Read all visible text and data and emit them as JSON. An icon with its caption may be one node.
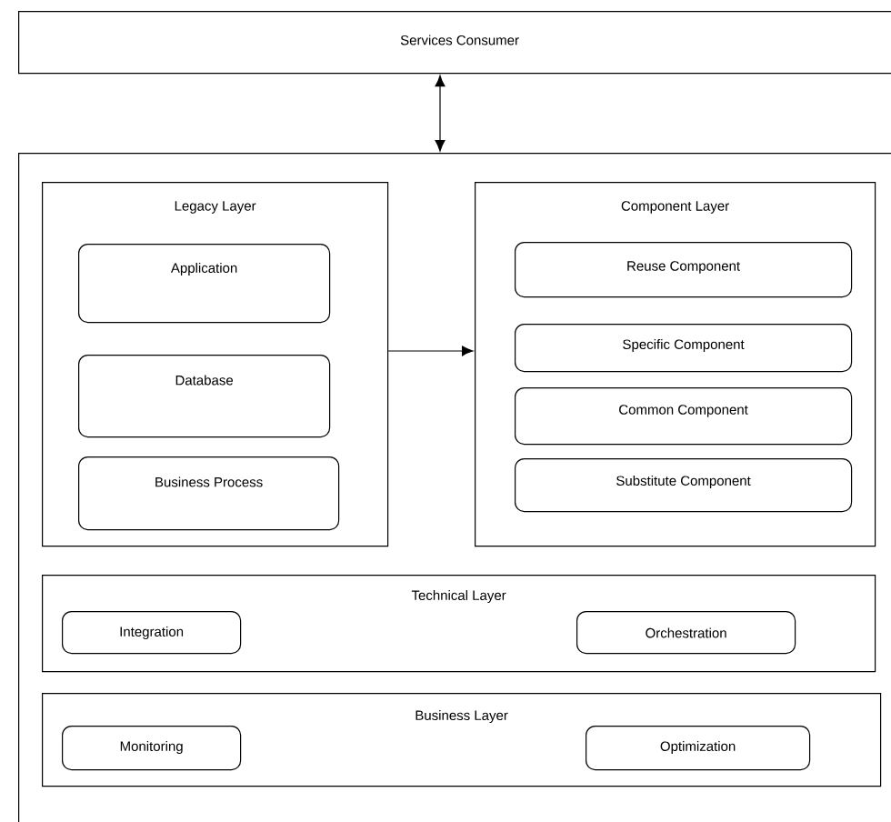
{
  "diagram": {
    "nodes": [
      {
        "text": [
          "Services Consumer"
        ]
      },
      {
        "text": [],
        "shape": "box"
      },
      {
        "text": [
          "Legacy Layer"
        ],
        "in": 1
      },
      {
        "text": [
          "Application"
        ],
        "in": 2
      },
      {
        "text": [
          "Database"
        ],
        "in": 2
      },
      {
        "text": [
          "Business Process"
        ],
        "in": 2
      },
      {
        "text": [
          "Component Layer"
        ],
        "in": 1
      },
      {
        "text": [
          "Reuse Component"
        ],
        "in": 6
      },
      {
        "text": [
          "Specific Component"
        ],
        "in": 6
      },
      {
        "text": [
          "Common Component"
        ],
        "in": 6
      },
      {
        "text": [
          "Substitute Component"
        ],
        "in": 6
      },
      {
        "text": [
          "Technical Layer"
        ],
        "in": 1
      },
      {
        "text": [
          "Integration"
        ],
        "in": 11
      },
      {
        "text": [
          "Orchestration"
        ],
        "in": 11
      },
      {
        "text": [
          "Business Layer"
        ],
        "in": 1
      },
      {
        "text": [
          "Monitoring"
        ],
        "in": 14
      },
      {
        "text": [
          "Optimization"
        ],
        "in": 14
      }
    ],
    "edges": [
      {
        "from": 0,
        "to": 1,
        "arrow": "both"
      },
      {
        "from": 2,
        "to": 6,
        "arrow": "to"
      }
    ]
  }
}
